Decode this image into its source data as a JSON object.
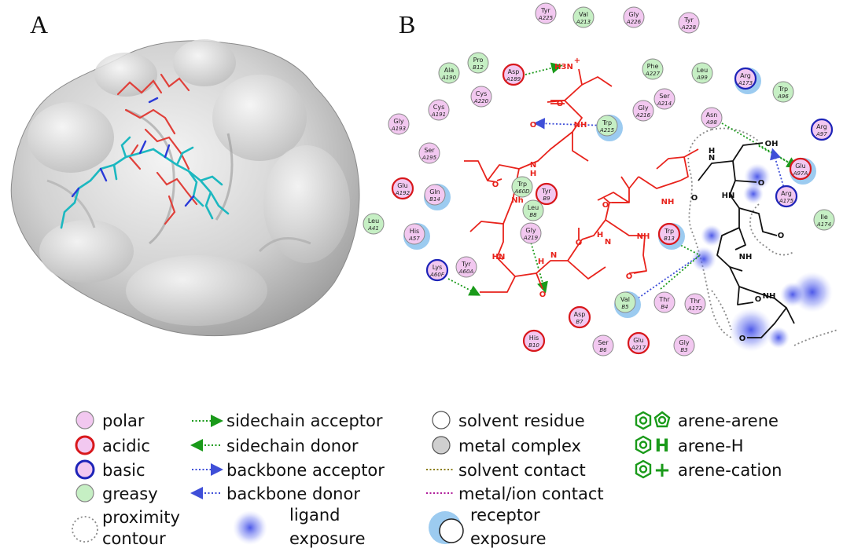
{
  "panels": {
    "a_label": "A",
    "b_label": "B"
  },
  "colors": {
    "polar_fill": "#f2c8f0",
    "acidic_stroke": "#d8181c",
    "basic_stroke": "#1e24b8",
    "greasy_fill": "#c6efc4",
    "ligand_red": "#e8231c",
    "ligand_black": "#111111",
    "sidechain_hbond": "#1a9a1a",
    "backbone_hbond": "#3f4fd8",
    "exposure_blue": "#6f7cf0",
    "receptor_exposure": "#9ccbf0"
  },
  "residues": [
    {
      "name": "Tyr",
      "id": "A225"
    },
    {
      "name": "Val",
      "id": "A213"
    },
    {
      "name": "Gly",
      "id": "A226"
    },
    {
      "name": "Tyr",
      "id": "A228"
    },
    {
      "name": "Pro",
      "id": "B12"
    },
    {
      "name": "Ala",
      "id": "A190"
    },
    {
      "name": "Asp",
      "id": "A189"
    },
    {
      "name": "Phe",
      "id": "A227"
    },
    {
      "name": "Leu",
      "id": "A99"
    },
    {
      "name": "Arg",
      "id": "A173"
    },
    {
      "name": "Trp",
      "id": "A96"
    },
    {
      "name": "Cys",
      "id": "A191"
    },
    {
      "name": "Cys",
      "id": "A220"
    },
    {
      "name": "Gly",
      "id": "A216"
    },
    {
      "name": "Ser",
      "id": "A214"
    },
    {
      "name": "Gly",
      "id": "A193"
    },
    {
      "name": "Trp",
      "id": "A215"
    },
    {
      "name": "Asn",
      "id": "A98"
    },
    {
      "name": "Arg",
      "id": "A97"
    },
    {
      "name": "Ser",
      "id": "A195"
    },
    {
      "name": "Glu",
      "id": "A97A"
    },
    {
      "name": "Glu",
      "id": "A192"
    },
    {
      "name": "Trp",
      "id": "A60D"
    },
    {
      "name": "Tyr",
      "id": "B9"
    },
    {
      "name": "Gln",
      "id": "B14"
    },
    {
      "name": "Leu",
      "id": "B8"
    },
    {
      "name": "Arg",
      "id": "A175"
    },
    {
      "name": "Leu",
      "id": "A41"
    },
    {
      "name": "His",
      "id": "A57"
    },
    {
      "name": "Gly",
      "id": "A219"
    },
    {
      "name": "Trp",
      "id": "B13"
    },
    {
      "name": "Ile",
      "id": "A174"
    },
    {
      "name": "Lys",
      "id": "A60F"
    },
    {
      "name": "Tyr",
      "id": "A60A"
    },
    {
      "name": "Val",
      "id": "B5"
    },
    {
      "name": "Thr",
      "id": "B4"
    },
    {
      "name": "Thr",
      "id": "A172"
    },
    {
      "name": "Asp",
      "id": "B7"
    },
    {
      "name": "His",
      "id": "B10"
    },
    {
      "name": "Ser",
      "id": "B6"
    },
    {
      "name": "Glu",
      "id": "A217"
    },
    {
      "name": "Gly",
      "id": "B3"
    }
  ],
  "atoms": {
    "h3n": "H3N",
    "plus": "+",
    "nh": "NH",
    "n": "N",
    "h": "H",
    "o": "O",
    "oh": "OH",
    "hn": "HN",
    "nh_alt": "Nh"
  },
  "legend": {
    "polar": "polar",
    "acidic": "acidic",
    "basic": "basic",
    "greasy": "greasy",
    "proximity_1": "proximity",
    "proximity_2": "contour",
    "sidechain_acceptor": "sidechain acceptor",
    "sidechain_donor": "sidechain donor",
    "backbone_acceptor": "backbone acceptor",
    "backbone_donor": "backbone donor",
    "ligand_1": "ligand",
    "ligand_2": "exposure",
    "solvent_residue": "solvent residue",
    "metal_complex": "metal complex",
    "solvent_contact": "solvent contact",
    "metal_ion_contact": "metal/ion contact",
    "receptor_1": "receptor",
    "receptor_2": "exposure",
    "arene_arene": "arene-arene",
    "arene_h": "arene-H",
    "arene_cation": "arene-cation",
    "h_glyph": "H",
    "plus_glyph": "+"
  }
}
